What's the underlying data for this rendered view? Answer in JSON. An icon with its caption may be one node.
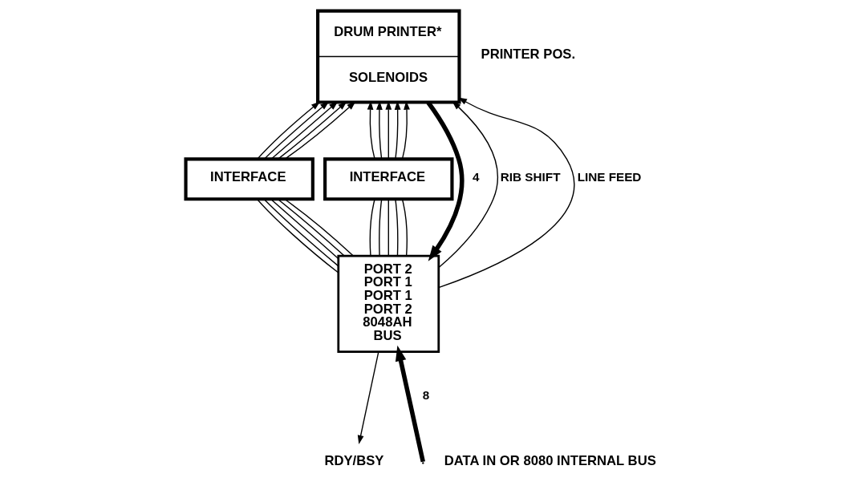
{
  "diagram": {
    "nodes": [
      {
        "text": [
          "DRUM PRINTER*",
          "SOLENOIDS"
        ]
      },
      {
        "text": [
          "INTERFACE"
        ]
      },
      {
        "text": [
          "INTERFACE"
        ]
      },
      {
        "text": [
          "PORT 2",
          "PORT 1",
          "PORT 1",
          "PORT 2",
          "8048AH",
          "BUS"
        ]
      },
      {
        "text": [
          "RDY/BSY"
        ]
      }
    ],
    "edges": [
      {
        "from": 0,
        "to": 3,
        "arrow": "to",
        "style": "thick",
        "label": "4"
      },
      {
        "from": 1,
        "to": 0,
        "arrow": "to"
      },
      {
        "from": 1,
        "to": 0,
        "arrow": "to"
      },
      {
        "from": 1,
        "to": 0,
        "arrow": "to"
      },
      {
        "from": 1,
        "to": 0,
        "arrow": "to"
      },
      {
        "from": 1,
        "to": 0,
        "arrow": "to"
      },
      {
        "from": 2,
        "to": 0,
        "arrow": "to"
      },
      {
        "from": 2,
        "to": 0,
        "arrow": "to"
      },
      {
        "from": 2,
        "to": 0,
        "arrow": "to"
      },
      {
        "from": 2,
        "to": 0,
        "arrow": "to"
      },
      {
        "from": 2,
        "to": 0,
        "arrow": "to"
      },
      {
        "from": 3,
        "to": 1,
        "arrow": "none"
      },
      {
        "from": 3,
        "to": 1,
        "arrow": "none"
      },
      {
        "from": 3,
        "to": 1,
        "arrow": "none"
      },
      {
        "from": 3,
        "to": 1,
        "arrow": "none"
      },
      {
        "from": 3,
        "to": 1,
        "arrow": "none"
      },
      {
        "from": 3,
        "to": 2,
        "arrow": "none"
      },
      {
        "from": 3,
        "to": 2,
        "arrow": "none"
      },
      {
        "from": 3,
        "to": 2,
        "arrow": "none"
      },
      {
        "from": 3,
        "to": 2,
        "arrow": "none"
      },
      {
        "from": 3,
        "to": 2,
        "arrow": "none"
      },
      {
        "from": 3,
        "to": 0,
        "arrow": "to",
        "label": "RIB SHIFT"
      },
      {
        "from": 3,
        "to": 0,
        "arrow": "to",
        "label": "LINE FEED"
      },
      {
        "from": 3,
        "to": 4,
        "arrow": "to"
      },
      {
        "from": null,
        "to": 3,
        "arrow": "to",
        "style": "thick",
        "label": "8"
      }
    ],
    "labels": [
      "PRINTER POS.",
      "DATA IN OR 8080 INTERNAL BUS"
    ]
  }
}
